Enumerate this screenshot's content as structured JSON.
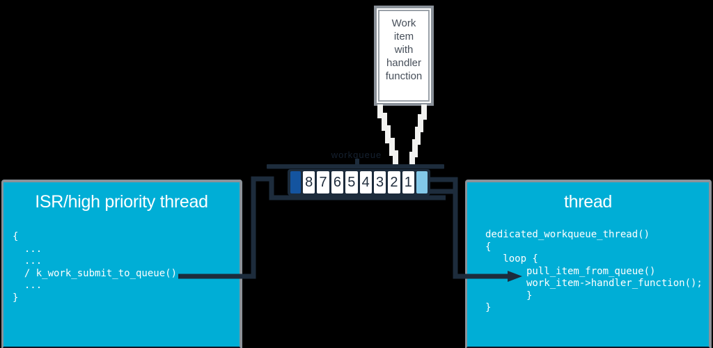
{
  "colors": {
    "background": "#000000",
    "panel_cyan": "#00aed6",
    "panel_border_gray": "#8b9299",
    "panel_bottom_navy": "#0c1322",
    "line_navy": "#1d2c3c",
    "queue_container_navy": "#1c2b3b",
    "cell_dark_blue": "#14549f",
    "cell_light_blue": "#82c8e8",
    "cell_white": "#ffffff",
    "code_text": "#ffffff",
    "work_item_border_gray": "#8a9199",
    "work_item_text": "#474f5a",
    "arrow_white": "#f2f2f0"
  },
  "work_item_box": {
    "lines": [
      "Work",
      "item",
      "with",
      "handler",
      "function"
    ]
  },
  "queue": {
    "label": "workqueue",
    "cells": [
      "8",
      "7",
      "6",
      "5",
      "4",
      "3",
      "2",
      "1"
    ]
  },
  "left_panel": {
    "title": "ISR/high priority thread",
    "code_lines": [
      "{",
      "  ...",
      "  ...",
      "  / k_work_submit_to_queue()",
      "  ...",
      "}"
    ]
  },
  "right_panel": {
    "title": "thread",
    "code_lines": [
      "dedicated_workqueue_thread()",
      "{",
      "   loop {",
      "       pull_item_from_queue()",
      "       work_item->handler_function();",
      "       }",
      "}"
    ]
  }
}
